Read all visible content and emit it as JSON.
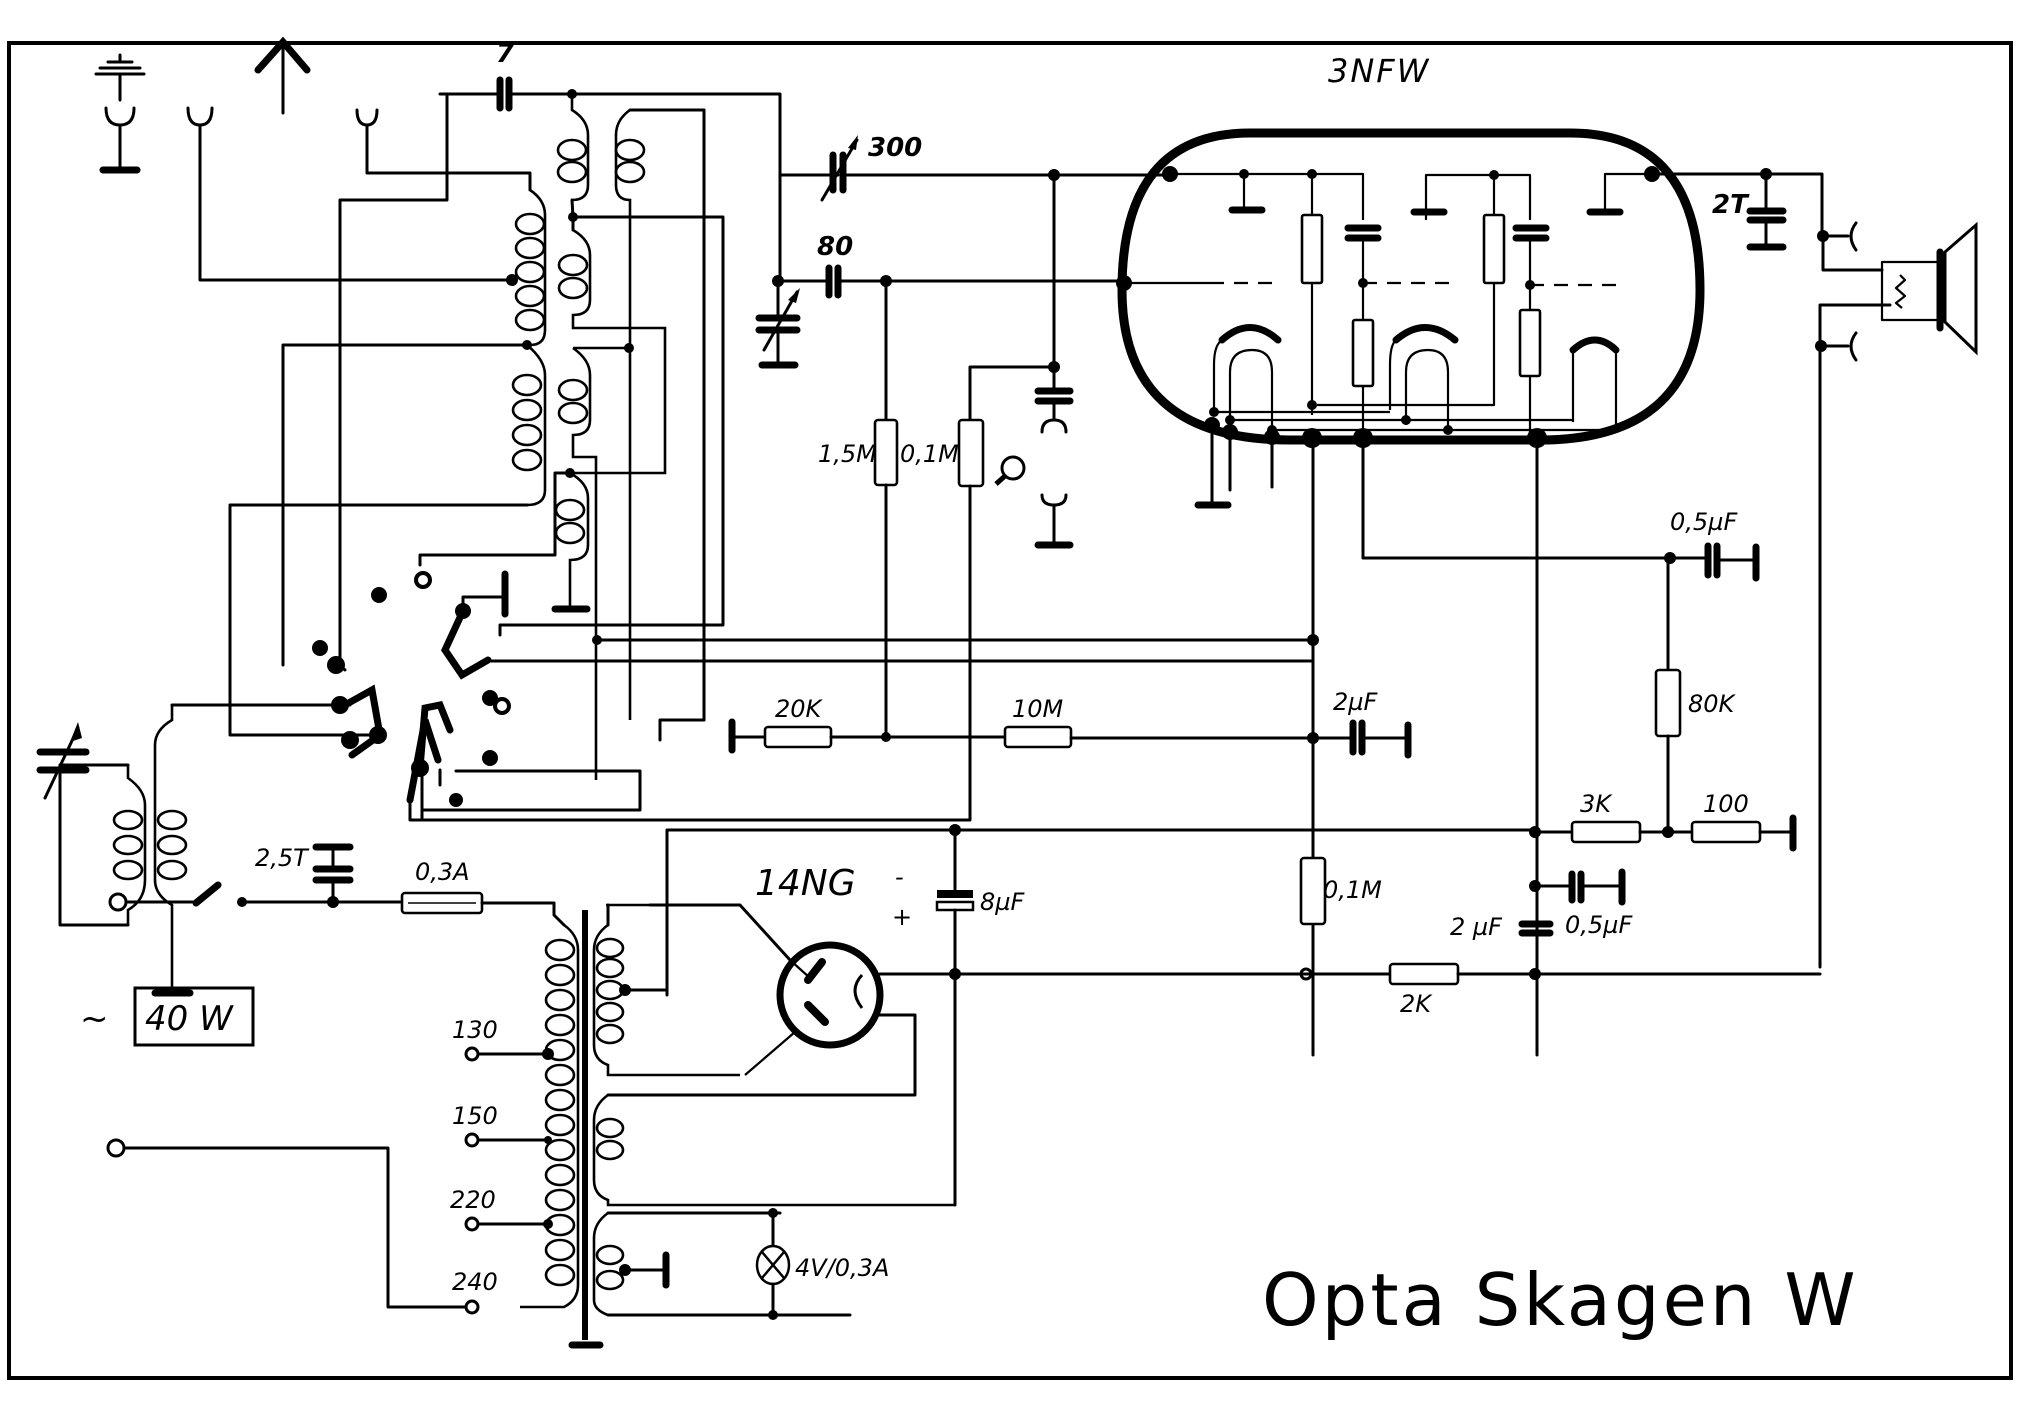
{
  "title": "Opta Skagen W",
  "tube_main": "3NFW",
  "rectifier": "14NG",
  "power_rating": {
    "symbol": "~",
    "value": "40 W"
  },
  "mains_taps": [
    "130",
    "150",
    "220",
    "240"
  ],
  "pilot_lamp": "4V/0,3A",
  "components": {
    "c_antenna": "7",
    "c_trim": "300",
    "c_grid": "80",
    "c_tone": "2T",
    "c_mains": "2,5T",
    "fuse": "0,3A",
    "c_filter": "8µF",
    "polarity_minus": "-",
    "polarity_plus": "+",
    "r_grid_leak": "1,5M",
    "r_volume": "0,1M",
    "r_20k": "20K",
    "r_10m": "10M",
    "c_2uf_top": "2µF",
    "c_05uf_top": "0,5µF",
    "r_80k": "80K",
    "r_3k": "3K",
    "r_100": "100",
    "r_01m_low": "0,1M",
    "c_2uf_low": "2 µF",
    "c_05uf_low": "0,5µF",
    "r_2k": "2K"
  }
}
